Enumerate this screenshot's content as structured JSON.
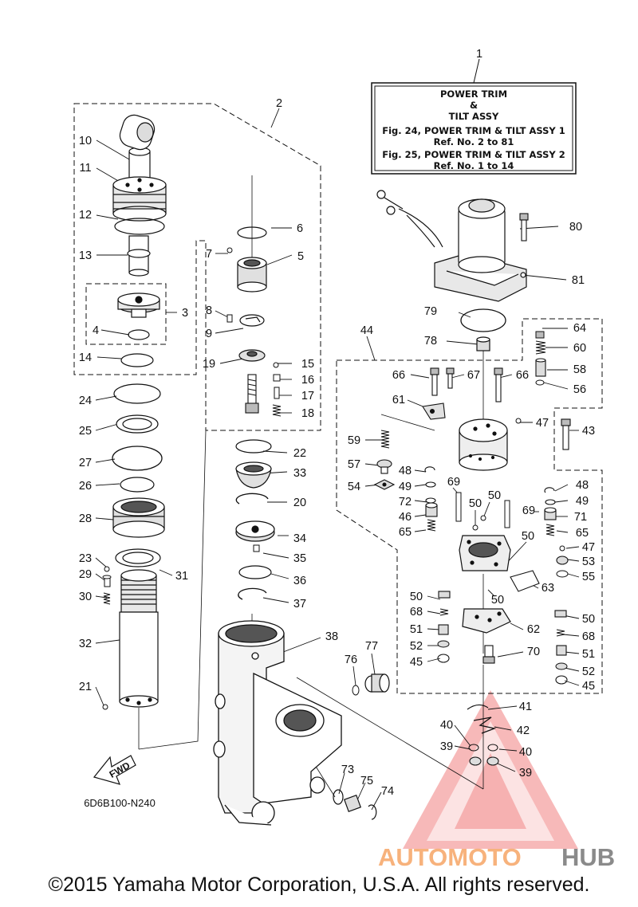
{
  "title_box": {
    "line1": "POWER TRIM",
    "line2": "&",
    "line3": "TILT ASSY",
    "line4": "Fig. 24, POWER TRIM & TILT ASSY 1",
    "line5": "Ref. No. 2 to 81",
    "line6": "Fig. 25, POWER TRIM & TILT ASSY 2",
    "line7": "Ref. No. 1 to 14"
  },
  "callouts": [
    {
      "id": "c1",
      "text": "1"
    },
    {
      "id": "c2",
      "text": "2"
    },
    {
      "id": "c3",
      "text": "3"
    },
    {
      "id": "c4",
      "text": "4"
    },
    {
      "id": "c5",
      "text": "5"
    },
    {
      "id": "c6",
      "text": "6"
    },
    {
      "id": "c7",
      "text": "7"
    },
    {
      "id": "c8",
      "text": "8"
    },
    {
      "id": "c9",
      "text": "9"
    },
    {
      "id": "c10",
      "text": "10"
    },
    {
      "id": "c11",
      "text": "11"
    },
    {
      "id": "c12",
      "text": "12"
    },
    {
      "id": "c13",
      "text": "13"
    },
    {
      "id": "c14",
      "text": "14"
    },
    {
      "id": "c15",
      "text": "15"
    },
    {
      "id": "c16",
      "text": "16"
    },
    {
      "id": "c17",
      "text": "17"
    },
    {
      "id": "c18",
      "text": "18"
    },
    {
      "id": "c19",
      "text": "19"
    },
    {
      "id": "c20",
      "text": "20"
    },
    {
      "id": "c21",
      "text": "21"
    },
    {
      "id": "c22",
      "text": "22"
    },
    {
      "id": "c23",
      "text": "23"
    },
    {
      "id": "c24",
      "text": "24"
    },
    {
      "id": "c25",
      "text": "25"
    },
    {
      "id": "c26",
      "text": "26"
    },
    {
      "id": "c27",
      "text": "27"
    },
    {
      "id": "c28",
      "text": "28"
    },
    {
      "id": "c29",
      "text": "29"
    },
    {
      "id": "c30",
      "text": "30"
    },
    {
      "id": "c31",
      "text": "31"
    },
    {
      "id": "c32",
      "text": "32"
    },
    {
      "id": "c33",
      "text": "33"
    },
    {
      "id": "c34",
      "text": "34"
    },
    {
      "id": "c35",
      "text": "35"
    },
    {
      "id": "c36",
      "text": "36"
    },
    {
      "id": "c37",
      "text": "37"
    },
    {
      "id": "c38",
      "text": "38"
    },
    {
      "id": "c39a",
      "text": "39"
    },
    {
      "id": "c39b",
      "text": "39"
    },
    {
      "id": "c40a",
      "text": "40"
    },
    {
      "id": "c40b",
      "text": "40"
    },
    {
      "id": "c41",
      "text": "41"
    },
    {
      "id": "c42",
      "text": "42"
    },
    {
      "id": "c43",
      "text": "43"
    },
    {
      "id": "c44",
      "text": "44"
    },
    {
      "id": "c45a",
      "text": "45"
    },
    {
      "id": "c45b",
      "text": "45"
    },
    {
      "id": "c46",
      "text": "46"
    },
    {
      "id": "c47a",
      "text": "47"
    },
    {
      "id": "c47b",
      "text": "47"
    },
    {
      "id": "c48a",
      "text": "48"
    },
    {
      "id": "c48b",
      "text": "48"
    },
    {
      "id": "c49a",
      "text": "49"
    },
    {
      "id": "c49b",
      "text": "49"
    },
    {
      "id": "c50a",
      "text": "50"
    },
    {
      "id": "c50b",
      "text": "50"
    },
    {
      "id": "c50c",
      "text": "50"
    },
    {
      "id": "c50d",
      "text": "50"
    },
    {
      "id": "c50e",
      "text": "50"
    },
    {
      "id": "c50f",
      "text": "50"
    },
    {
      "id": "c51a",
      "text": "51"
    },
    {
      "id": "c51b",
      "text": "51"
    },
    {
      "id": "c52a",
      "text": "52"
    },
    {
      "id": "c52b",
      "text": "52"
    },
    {
      "id": "c53",
      "text": "53"
    },
    {
      "id": "c54",
      "text": "54"
    },
    {
      "id": "c55",
      "text": "55"
    },
    {
      "id": "c56",
      "text": "56"
    },
    {
      "id": "c57",
      "text": "57"
    },
    {
      "id": "c58",
      "text": "58"
    },
    {
      "id": "c59",
      "text": "59"
    },
    {
      "id": "c60",
      "text": "60"
    },
    {
      "id": "c61",
      "text": "61"
    },
    {
      "id": "c62",
      "text": "62"
    },
    {
      "id": "c63",
      "text": "63"
    },
    {
      "id": "c64",
      "text": "64"
    },
    {
      "id": "c65a",
      "text": "65"
    },
    {
      "id": "c65b",
      "text": "65"
    },
    {
      "id": "c66a",
      "text": "66"
    },
    {
      "id": "c66b",
      "text": "66"
    },
    {
      "id": "c67",
      "text": "67"
    },
    {
      "id": "c68a",
      "text": "68"
    },
    {
      "id": "c68b",
      "text": "68"
    },
    {
      "id": "c69a",
      "text": "69"
    },
    {
      "id": "c69b",
      "text": "69"
    },
    {
      "id": "c70",
      "text": "70"
    },
    {
      "id": "c71",
      "text": "71"
    },
    {
      "id": "c72",
      "text": "72"
    },
    {
      "id": "c73",
      "text": "73"
    },
    {
      "id": "c74",
      "text": "74"
    },
    {
      "id": "c75",
      "text": "75"
    },
    {
      "id": "c76",
      "text": "76"
    },
    {
      "id": "c77",
      "text": "77"
    },
    {
      "id": "c78",
      "text": "78"
    },
    {
      "id": "c79",
      "text": "79"
    },
    {
      "id": "c80",
      "text": "80"
    },
    {
      "id": "c81",
      "text": "81"
    }
  ],
  "fwd_label": "FWD",
  "diagram_code": "6D6B100-N240",
  "watermark": {
    "part1": "AUTOMOTO",
    "part2": "HUB",
    "color1": "#f7b27c",
    "color2": "#8a8a8a",
    "triangle_color": "#f08080"
  },
  "copyright": "©2015 Yamaha Motor Corporation, U.S.A. All rights reserved."
}
